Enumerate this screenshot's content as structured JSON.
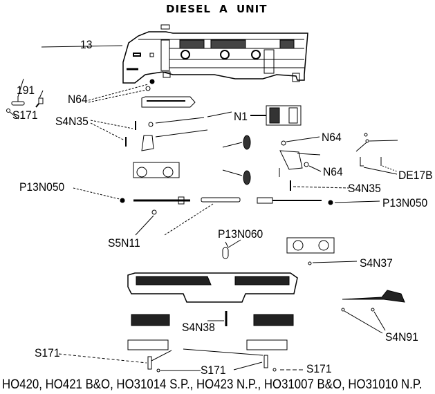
{
  "title": "DIESEL A UNIT",
  "labels": {
    "l13": "13",
    "l191": "191",
    "s171_top": "S171",
    "n64_top": "N64",
    "s4n35_left": "S4N35",
    "n1": "N1",
    "n64_right_a": "N64",
    "n64_right_b": "N64",
    "de17b": "DE17B",
    "s4n35_right": "S4N35",
    "p13n050_left": "P13N050",
    "p13n050_right": "P13N050",
    "s5n11": "S5N11",
    "p13n060": "P13N060",
    "s4n37": "S4N37",
    "s4n38": "S4N38",
    "s4n91": "S4N91",
    "s171_left": "S171",
    "s171_mid": "S171",
    "s171_right": "S171"
  },
  "footer": "HO420, HO421 B&O, HO31014 S.P., HO423 N.P., HO31007 B&O, HO31010 N.P.",
  "colors": {
    "ink": "#000000",
    "paper": "#ffffff"
  }
}
